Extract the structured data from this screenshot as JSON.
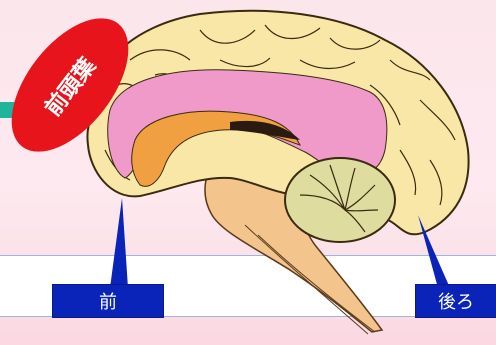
{
  "figure": {
    "frontal_lobe_label": "前頭葉",
    "front_label": "前",
    "back_label": "後ろ",
    "colors": {
      "background": "#fbe6ec",
      "oval": "#e8141c",
      "arrow": "#1fb59a",
      "callout": "#0a23b8",
      "cortex": "#f8e7a6",
      "limbic": "#ef9ac8",
      "corpus_callosum": "#f0a040",
      "brainstem": "#f3c48c",
      "cerebellum": "#dfdca0"
    }
  }
}
